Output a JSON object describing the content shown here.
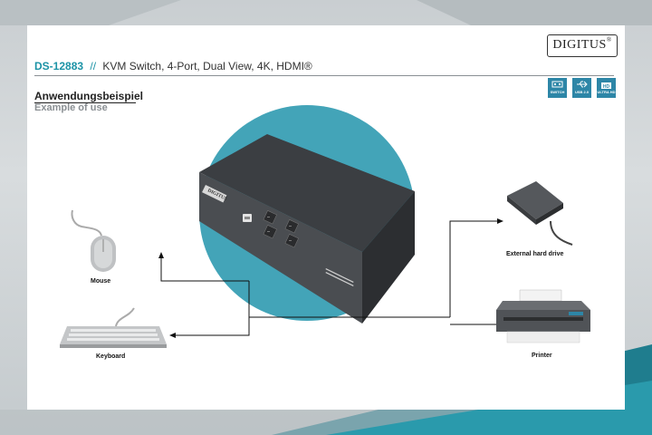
{
  "brand": {
    "logo_text": "DIGITUS"
  },
  "header": {
    "product_code": "DS-12883",
    "separator": "//",
    "product_name": "KVM Switch, 4-Port, Dual View, 4K, HDMI®"
  },
  "badges": [
    {
      "icon": "switch-icon",
      "label": "SWITCH"
    },
    {
      "icon": "usb-icon",
      "label": "USB 2.0"
    },
    {
      "icon": "ultra-hd-icon",
      "label": "ULTRA HD"
    }
  ],
  "section": {
    "title_de": "Anwendungsbeispiel",
    "title_en": "Example of use"
  },
  "device": {
    "brand": "DIGITUS",
    "icon": "kvm-switch-icon"
  },
  "peripherals": {
    "mouse": {
      "label": "Mouse",
      "icon": "mouse-icon"
    },
    "keyboard": {
      "label": "Keyboard",
      "icon": "keyboard-icon"
    },
    "hdd": {
      "label": "External hard drive",
      "icon": "hard-drive-icon"
    },
    "printer": {
      "label": "Printer",
      "icon": "printer-icon"
    }
  },
  "colors": {
    "accent": "#1c93a6",
    "circle": "#43a4b8",
    "badge": "#2d86a7"
  }
}
